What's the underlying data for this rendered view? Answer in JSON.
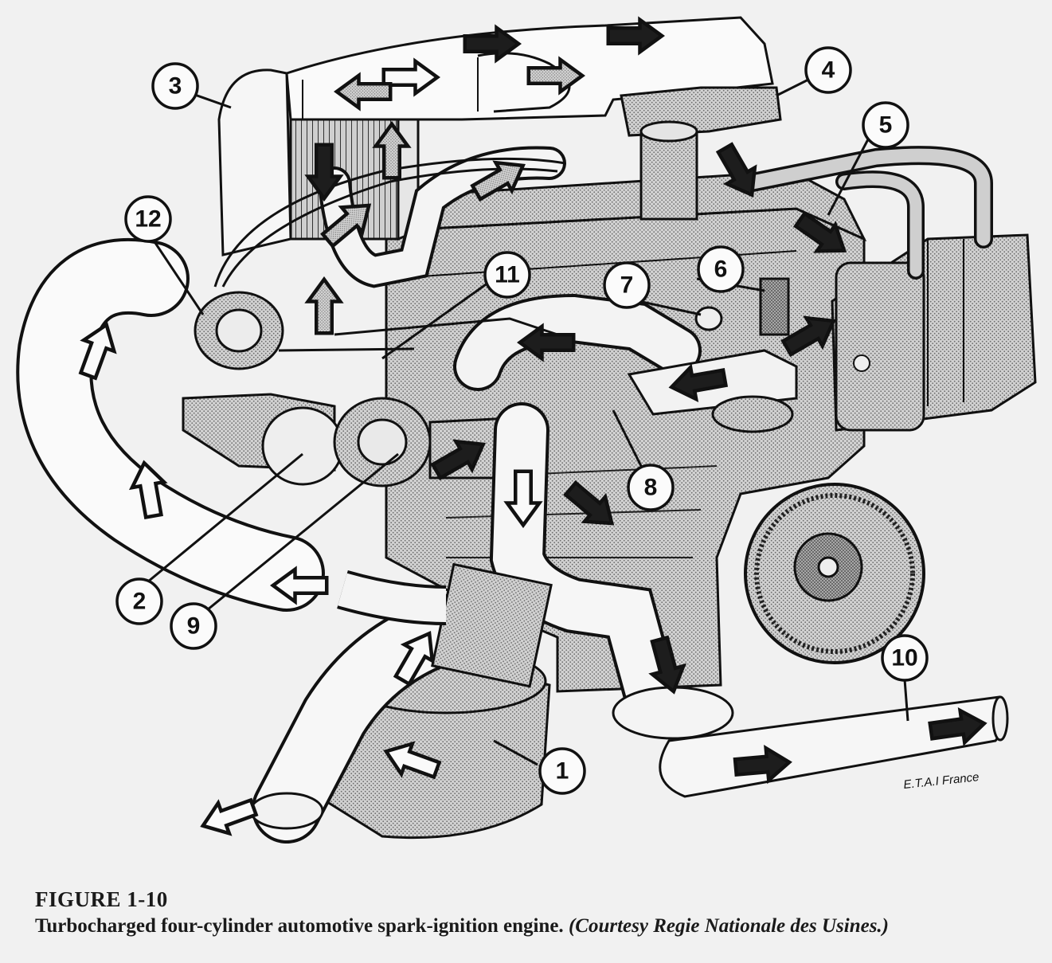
{
  "figure": {
    "number": "FIGURE 1-10",
    "caption": "Turbocharged four-cylinder automotive spark-ignition engine.",
    "courtesy": "(Courtesy Regie Nationale des Usines.)"
  },
  "credit": "E.T.A.I France",
  "callouts": [
    "1",
    "2",
    "3",
    "4",
    "5",
    "6",
    "7",
    "8",
    "9",
    "10",
    "11",
    "12"
  ]
}
